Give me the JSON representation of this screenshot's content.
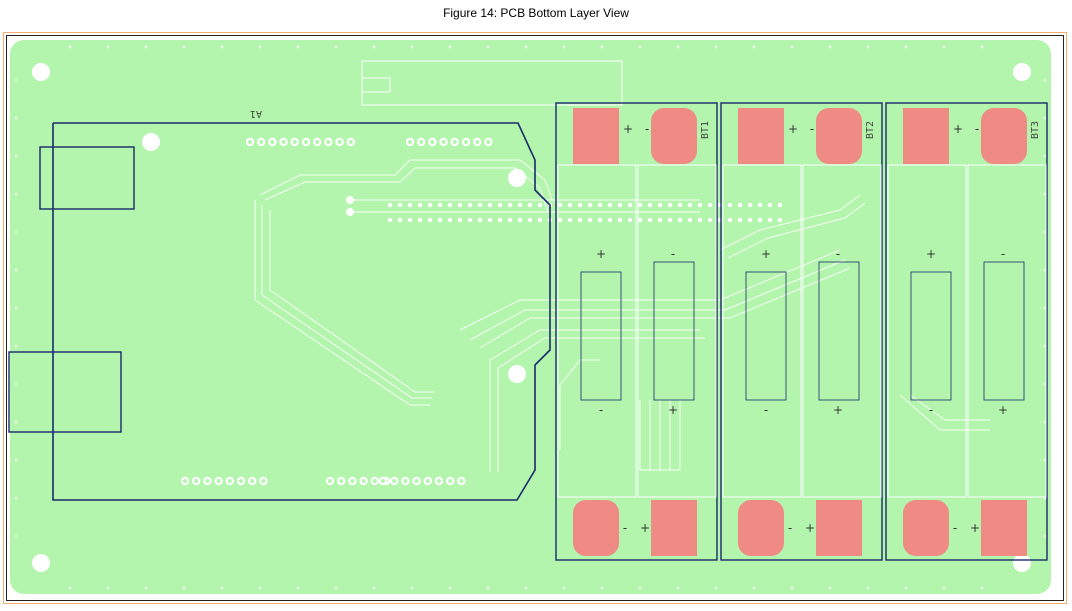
{
  "figure": {
    "caption": "Figure 14: PCB Bottom Layer View"
  },
  "pcb": {
    "board_color": "#b3f5ac",
    "pad_color": "#f08a85",
    "outline_color": "#1a2a6b",
    "silk_color": "#ffffff",
    "module_ref": "A1",
    "batteries": [
      {
        "ref": "BT1"
      },
      {
        "ref": "BT2"
      },
      {
        "ref": "BT3"
      }
    ],
    "polarity": {
      "plus": "+",
      "minus": "-"
    }
  }
}
